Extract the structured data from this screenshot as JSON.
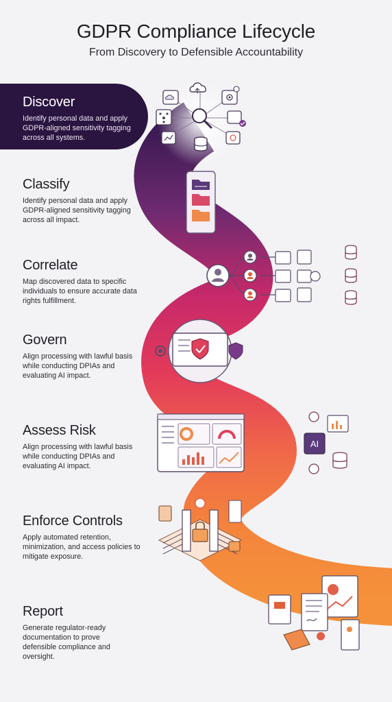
{
  "header": {
    "title": "GDPR Compliance Lifecycle",
    "subtitle": "From Discovery to Defensible Accountability"
  },
  "stages": [
    {
      "title": "Discover",
      "description": "Identify personal data and apply GDPR-aligned sensitivity tagging across all systems."
    },
    {
      "title": "Classify",
      "description": "Identify personal data and apply GDPR-aligned sensitivity tagging across all impact."
    },
    {
      "title": "Correlate",
      "description": "Map discovered data to specific individuals to ensure accurate data rights fulfillment."
    },
    {
      "title": "Govern",
      "description": "Align processing with lawful basis while conducting DPIAs and evaluating AI impact."
    },
    {
      "title": "Assess Risk",
      "description": "Align processing with lawful basis while conducting DPIAs and evaluating AI impact."
    },
    {
      "title": "Enforce Controls",
      "description": "Apply automated retention, minimization, and access policies to mitigate exposure."
    },
    {
      "title": "Report",
      "description": "Generate regulator-ready documentation to prove defensible compliance and oversight."
    }
  ],
  "icons": {
    "ai_chip_label": "AI"
  },
  "colors": {
    "discover": "#2a1440",
    "classify": "#6b2a6e",
    "correlate": "#c22a64",
    "govern": "#e03a5c",
    "assess": "#f0604a",
    "enforce": "#f3803c",
    "report": "#f5913a"
  }
}
